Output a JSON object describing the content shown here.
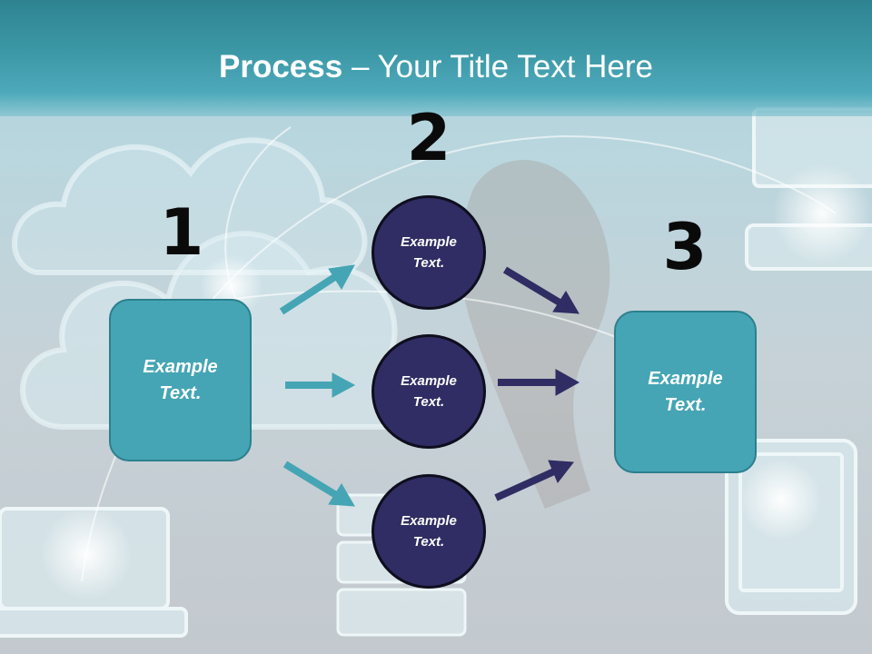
{
  "title": {
    "bold": "Process",
    "rest": " – Your Title Text Here"
  },
  "steps": {
    "one": "1",
    "two": "2",
    "three": "3"
  },
  "left_box": {
    "text": "Example\nText."
  },
  "right_box": {
    "text": "Example\nText."
  },
  "circles": [
    {
      "text": "Example\nText."
    },
    {
      "text": "Example\nText."
    },
    {
      "text": "Example\nText."
    }
  ],
  "colors": {
    "title_bar": "#3c98a6",
    "box_fill": "#45a5b4",
    "circle_fill": "#2f2d63",
    "teal_arrow": "#45a5b4",
    "navy_arrow": "#2f2d63"
  }
}
